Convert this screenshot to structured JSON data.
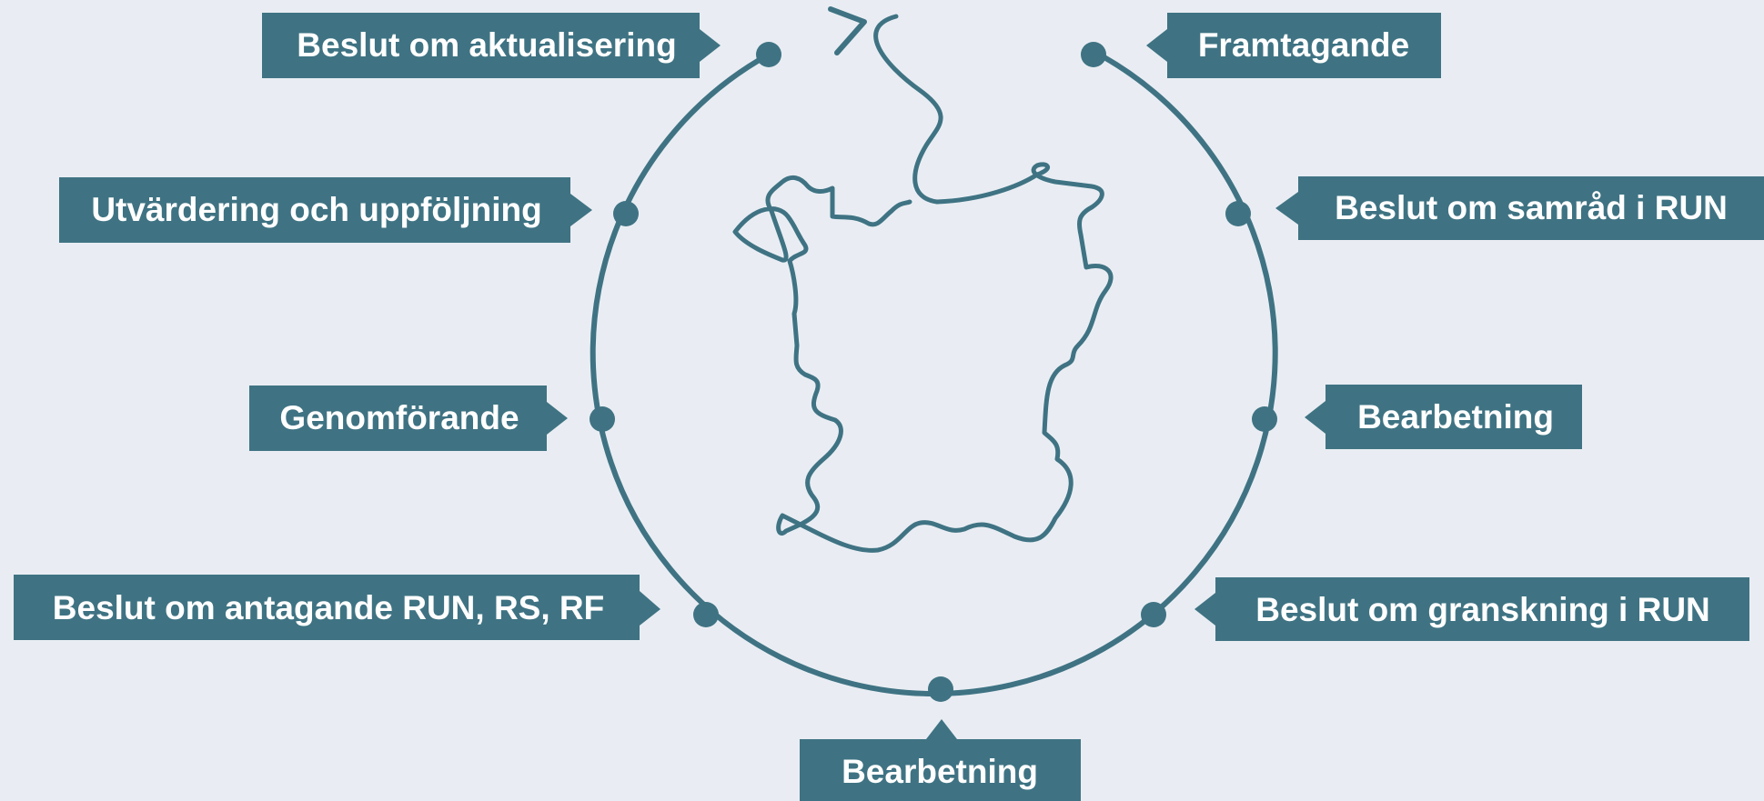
{
  "diagram": {
    "colors": {
      "background": "#e9edf3",
      "primary": "#3f7383",
      "text": "#ffffff"
    },
    "stages": [
      {
        "id": "s1",
        "label": "Framtagande"
      },
      {
        "id": "s2",
        "label": "Beslut om samråd i RUN"
      },
      {
        "id": "s3",
        "label": "Bearbetning"
      },
      {
        "id": "s4",
        "label": "Beslut om granskning i RUN"
      },
      {
        "id": "s5",
        "label": "Bearbetning"
      },
      {
        "id": "s6",
        "label": "Beslut om antagande RUN, RS, RF"
      },
      {
        "id": "s7",
        "label": "Genomförande"
      },
      {
        "id": "s8",
        "label": "Utvärdering och uppföljning"
      },
      {
        "id": "s9",
        "label": "Beslut om aktualisering"
      }
    ],
    "center_icon": "skane-region-map-outline"
  }
}
